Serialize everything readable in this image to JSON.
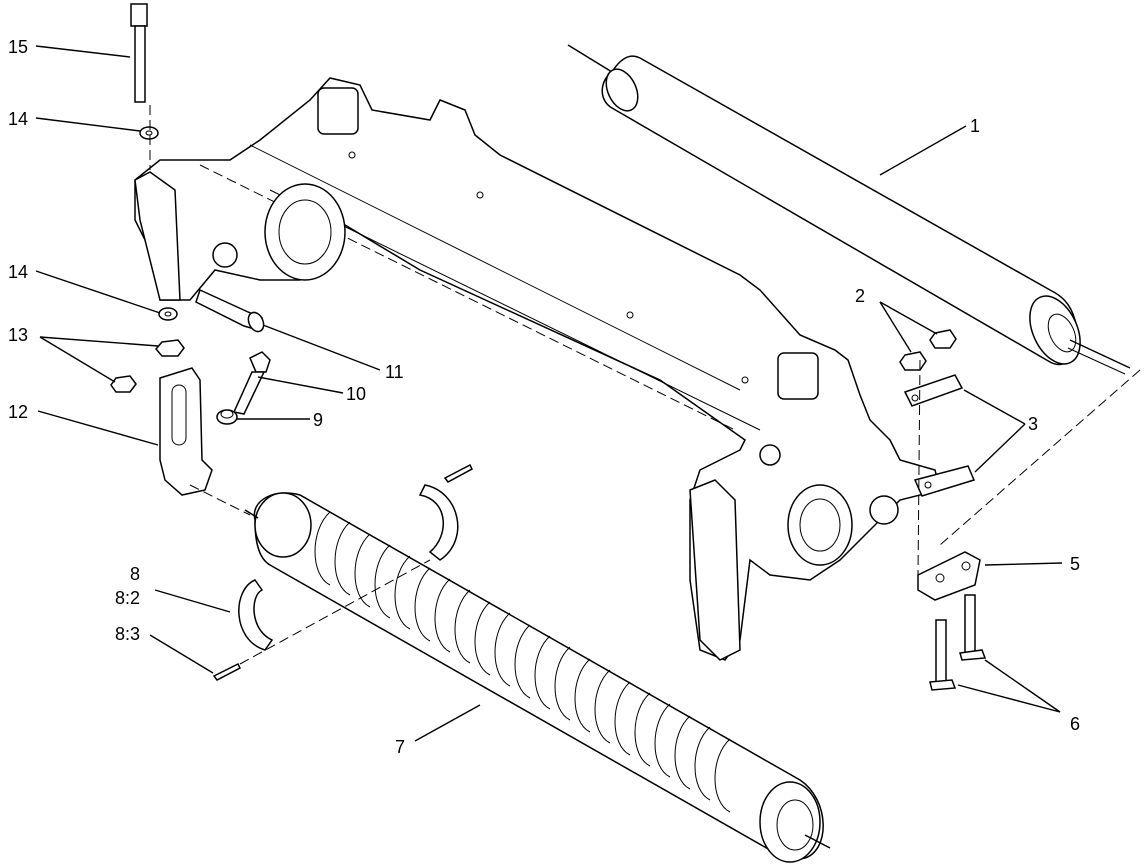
{
  "callouts": [
    {
      "id": "c1",
      "text": "1"
    },
    {
      "id": "c2",
      "text": "2"
    },
    {
      "id": "c3",
      "text": "3"
    },
    {
      "id": "c5",
      "text": "5"
    },
    {
      "id": "c6",
      "text": "6"
    },
    {
      "id": "c7",
      "text": "7"
    },
    {
      "id": "c8",
      "text": "8"
    },
    {
      "id": "c8_2",
      "text": "8:2"
    },
    {
      "id": "c8_3",
      "text": "8:3"
    },
    {
      "id": "c9",
      "text": "9"
    },
    {
      "id": "c10",
      "text": "10"
    },
    {
      "id": "c11",
      "text": "11"
    },
    {
      "id": "c12",
      "text": "12"
    },
    {
      "id": "c13",
      "text": "13"
    },
    {
      "id": "c14a",
      "text": "14"
    },
    {
      "id": "c14b",
      "text": "14"
    },
    {
      "id": "c15",
      "text": "15"
    }
  ]
}
